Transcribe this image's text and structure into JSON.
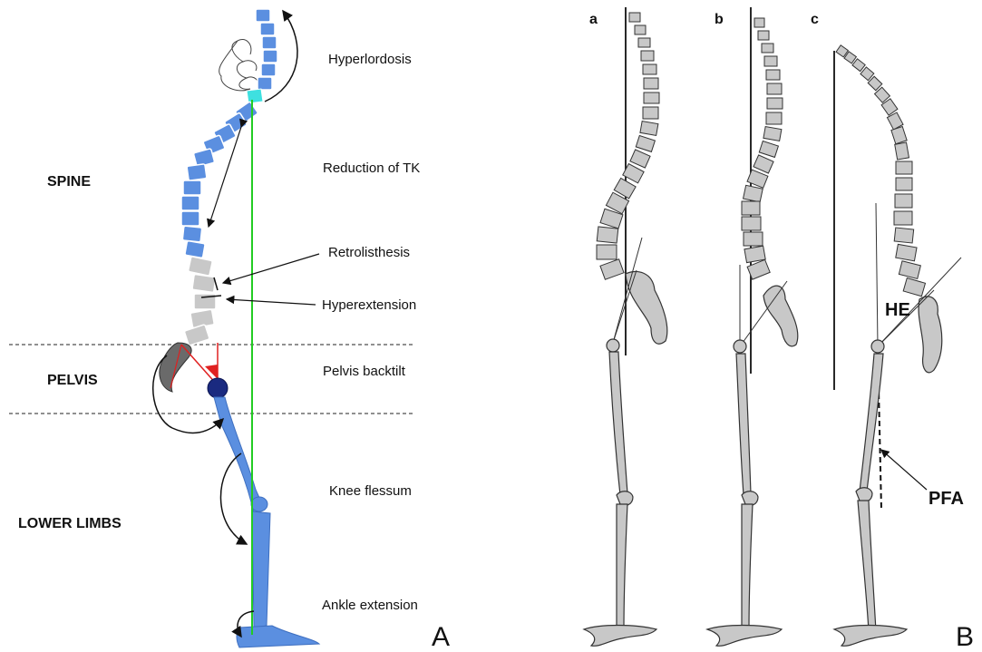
{
  "panel_a": {
    "regions": {
      "spine": "SPINE",
      "pelvis": "PELVIS",
      "lower_limbs": "LOWER LIMBS"
    },
    "labels": {
      "hyperlordosis": "Hyperlordosis",
      "reduction_tk": "Reduction of TK",
      "retrolisthesis": "Retrolisthesis",
      "hyperextension": "Hyperextension",
      "pelvis_backtilt": "Pelvis backtilt",
      "knee_flessum": "Knee flessum",
      "ankle_extension": "Ankle extension"
    },
    "panel_letter": "A",
    "colors": {
      "vertebra": "#5b8fe0",
      "plumb_line": "#22cc22",
      "pelvis_angle": "#e02020",
      "femoral_head": "#1a2a80"
    }
  },
  "panel_b": {
    "sublabels": {
      "a": "a",
      "b": "b",
      "c": "c"
    },
    "annotations": {
      "he": "HE",
      "pfa": "PFA"
    },
    "panel_letter": "B",
    "colors": {
      "bone": "#c8c8c8"
    }
  }
}
